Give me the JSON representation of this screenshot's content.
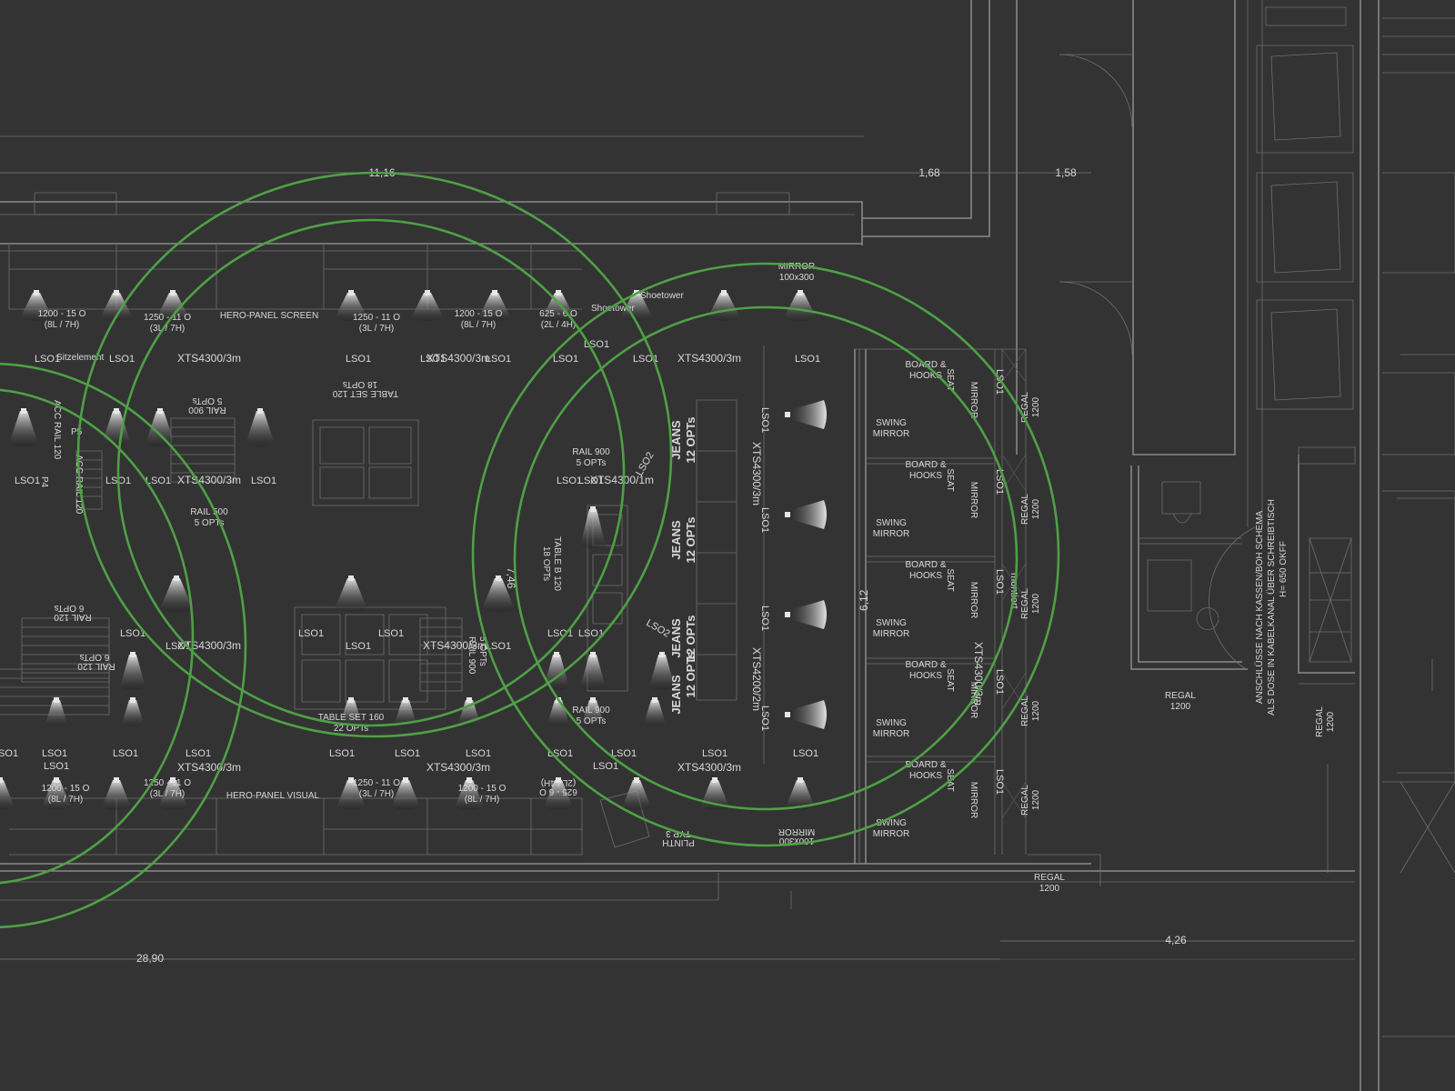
{
  "plan": {
    "background": "#333333",
    "ring_color": "#4fa046",
    "dimensions": [
      "11,16",
      "1,68",
      "1,58",
      "28,90",
      "4,26",
      "6,12",
      "7,46"
    ],
    "top_bay_labels": [
      {
        "l1": "1200 - 15 O",
        "l2": "(8L / 7H)"
      },
      {
        "l1": "1250 - 11 O",
        "l2": "(3L / 7H)"
      },
      {
        "l1": "1250 - 11 O",
        "l2": "(3L / 7H)"
      },
      {
        "l1": "1200 - 15 O",
        "l2": "(8L / 7H)"
      },
      {
        "l1": "625 - 6 O",
        "l2": "(2L / 4H)"
      }
    ],
    "bottom_bay_labels": [
      {
        "l1": "1200 - 15 O",
        "l2": "(8L / 7H)"
      },
      {
        "l1": "1250 - 11 O",
        "l2": "(3L / 7H)"
      },
      {
        "l1": "1250 - 11 O",
        "l2": "(3L / 7H)"
      },
      {
        "l1": "1200 - 15 O",
        "l2": "(8L / 7H)"
      }
    ],
    "hero_screen": "HERO-PANEL SCREEN",
    "hero_visual": "HERO-PANEL VISUAL",
    "track": "XTS4300/3m",
    "track_1m": "XTS4300/1m",
    "track_vertical_1": "XTS4300/3m",
    "track_vertical_2": "XTS4200/2m",
    "track_right": "XTS4300/3m",
    "lso1": "LSO1",
    "lso2": "LSO2",
    "sitzelement": "Sitzelement",
    "shoetower_1": "Shoetower",
    "shoetower_2": "Shoetower",
    "mirror_100x300": "MIRROR",
    "mirror_size": "100x300",
    "table_set_120": "TABLE SET 120",
    "table_set_120_opts": "18 OPTs",
    "rail_900": "RAIL 900",
    "rail_900_opts": "5 OPTs",
    "rail_500": "RAIL 500",
    "rail_500_opts": "5 OPTs",
    "rail_120": "RAIL 120",
    "rail_120_opts": "6 OPTs",
    "table_b_120": "TABLE B 120",
    "table_b_opts": "18 OPTs",
    "table_set_160": "TABLE SET 160",
    "table_set_160_opts": "22 OPTs",
    "acc_rail": "ACC RAIL 120",
    "p5": "P5",
    "p4": "P4",
    "jeans": "JEANS",
    "jeans_opts": "12 OPTs",
    "board_hooks_1": "BOARD &",
    "board_hooks_2": "HOOKS",
    "seat": "SEAT",
    "mirror": "MIRROR",
    "swing_mirror_1": "SWING",
    "swing_mirror_2": "MIRROR",
    "regal": "REGAL",
    "regal_size": "1200",
    "plinth_1": "PLINTH",
    "plinth_2": "TYP 3",
    "montiert": "montiert",
    "note_lines": [
      "ANSCHLÜSSE NACH KASSEN/BOH SCHEMA",
      "ALS DOSE IN KABELKANAL ÜBER SCHREIBTISCH",
      "H= 650 OKFF"
    ]
  }
}
